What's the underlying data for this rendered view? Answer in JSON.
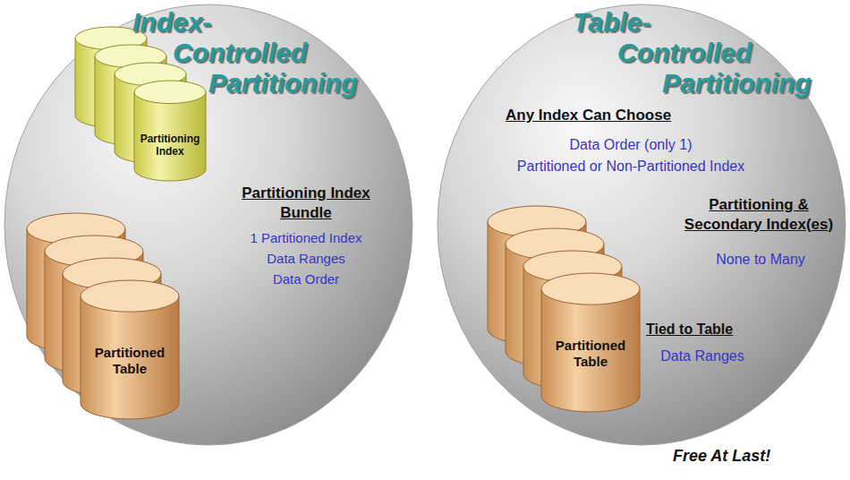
{
  "diagram": {
    "nodes": [
      {
        "text": [
          "Index- Controlled Partitioning",
          "Partitioning Index Bundle",
          "1 Partitioned Index Data Ranges Data Order"
        ]
      },
      {
        "text": [
          "Partitioning Index"
        ],
        "in": 0
      },
      {
        "text": [
          "Partitioned Table"
        ],
        "in": 0
      },
      {
        "text": [
          "Table- Controlled Partitioning",
          "Any Index Can Choose",
          "Data Order (only 1) Partitioned or Non-Partitioned Index",
          "Partitioning & Secondary Index(es)",
          "None to Many",
          "Tied to Table",
          "Data Ranges"
        ]
      },
      {
        "text": [
          "Partitioned Table"
        ],
        "in": 3
      }
    ],
    "labels": [
      "Free At Last!"
    ]
  }
}
